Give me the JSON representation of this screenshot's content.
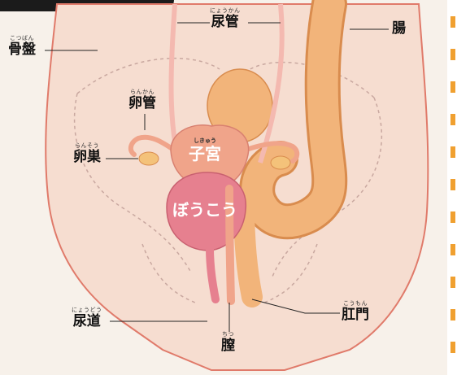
{
  "header": {
    "title_fragment": ""
  },
  "labels": {
    "bone_pelvis": {
      "ruby": "こつばん",
      "text": "骨盤"
    },
    "ureter": {
      "ruby": "にょうかん",
      "text": "尿管"
    },
    "intestine": {
      "text": "腸"
    },
    "oviduct": {
      "ruby": "らんかん",
      "text": "卵管"
    },
    "ovary": {
      "ruby": "らんそう",
      "text": "卵巣"
    },
    "uterus": {
      "ruby": "しきゅう",
      "text": "子宮"
    },
    "bladder": {
      "text": "ぼうこう"
    },
    "urethra": {
      "ruby": "にょうどう",
      "text": "尿道"
    },
    "anus": {
      "ruby": "こうもん",
      "text": "肛門"
    },
    "vagina": {
      "ruby": "ちつ",
      "text": "膣"
    }
  },
  "colors": {
    "background": "#f7f1ea",
    "body_skin": "#f6ddd0",
    "body_outline": "#e07a6a",
    "intestine": "#f2b47a",
    "intestine_dark": "#d98c4e",
    "uterus": "#f0a48a",
    "bladder": "#e6808f",
    "bladder_light": "#f3b6bd",
    "ureter": "#f4b9b0",
    "accent_orange": "#f0a030"
  }
}
